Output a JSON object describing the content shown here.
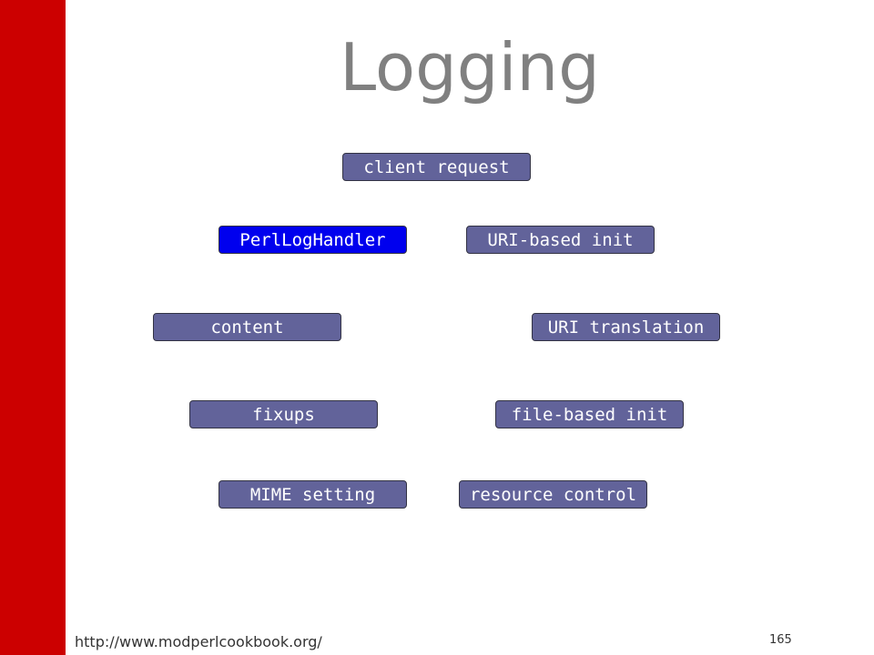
{
  "slide": {
    "title": "Logging",
    "footer_url": "http://www.modperlcookbook.org/",
    "page_number": "165"
  },
  "diagram": {
    "client_request": "client request",
    "perl_log_handler": "PerlLogHandler",
    "uri_based_init": "URI-based init",
    "content": "content",
    "uri_translation": "URI translation",
    "fixups": "fixups",
    "file_based_init": "file-based init",
    "mime_setting": "MIME setting",
    "resource_control": "resource control"
  },
  "colors": {
    "side_bar": "#cc0000",
    "box_fill": "#62639a",
    "active_box_fill": "#0000ee",
    "title_text": "#808080"
  }
}
